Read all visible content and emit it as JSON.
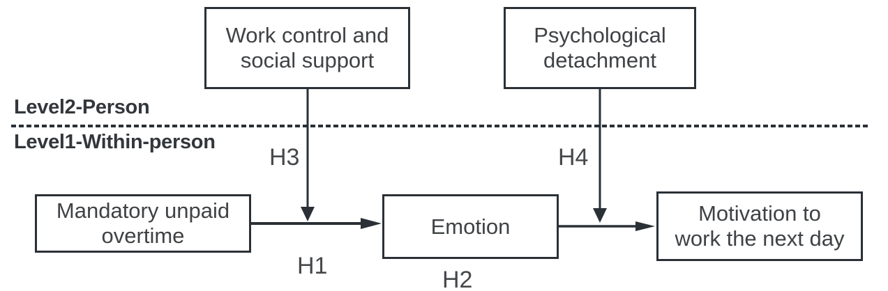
{
  "figure": {
    "level2_label": "Level2-Person",
    "level1_label": "Level1-Within-person",
    "boxes": {
      "work_control": "Work control and\nsocial support",
      "psychological_detachment": "Psychological\ndetachment",
      "mandatory_overtime": "Mandatory unpaid\novertime",
      "emotion": "Emotion",
      "motivation": "Motivation to\nwork the next day"
    },
    "path_labels": {
      "h1": "H1",
      "h2": "H2",
      "h3": "H3",
      "h4": "H4"
    },
    "colors": {
      "line": "#2a3036",
      "box_border": "#2a3036",
      "box_text": "#3f4245",
      "level_label_text": "#33373b",
      "background": "#ffffff"
    }
  }
}
